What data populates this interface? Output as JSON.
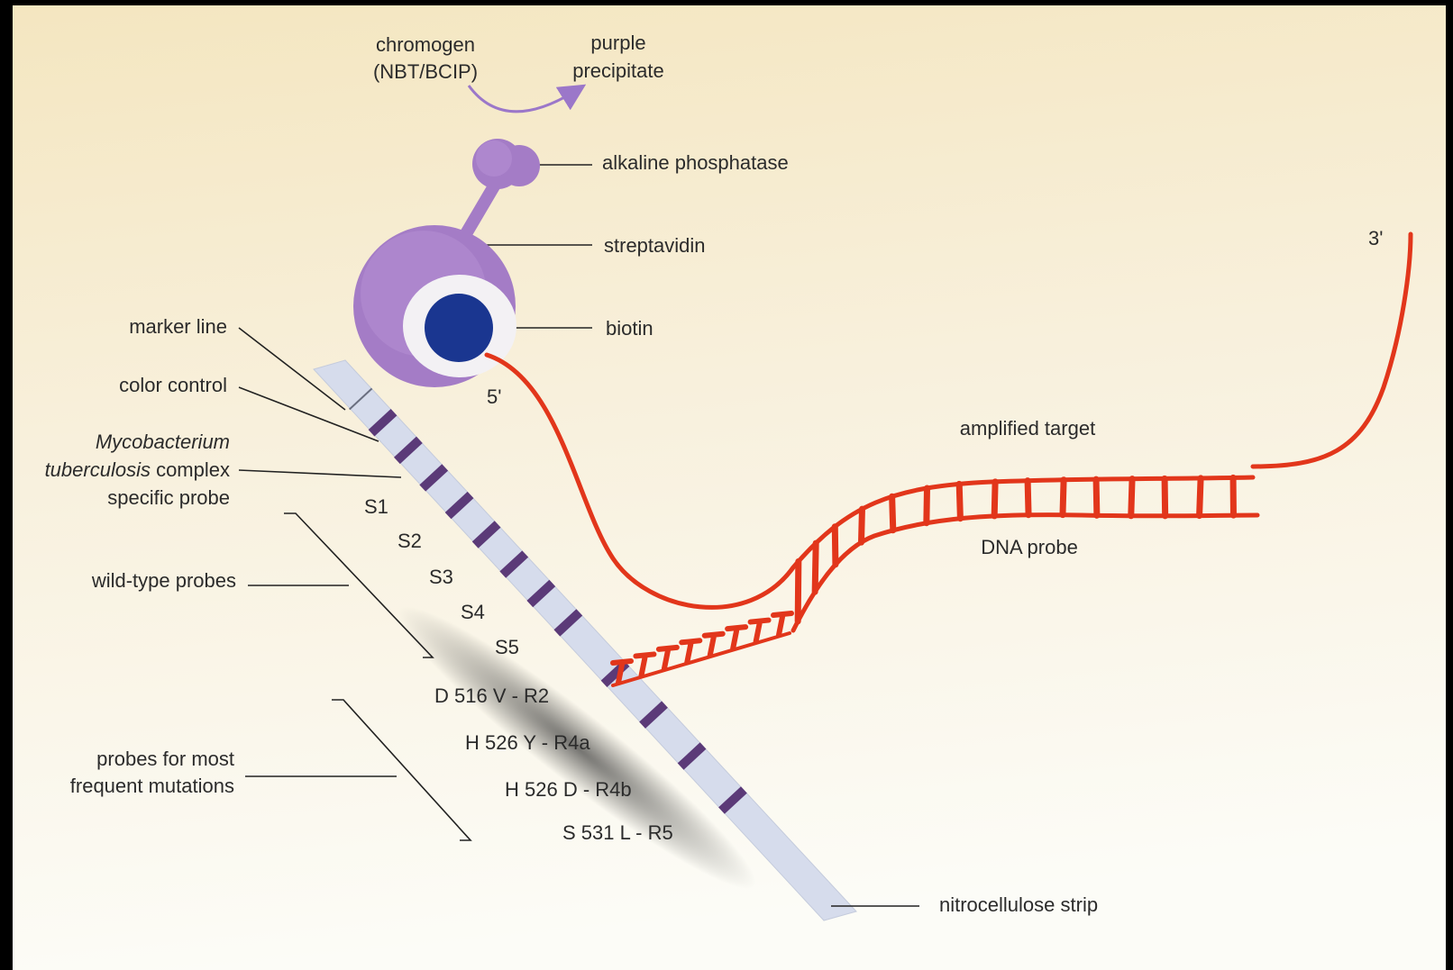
{
  "labels": {
    "chromogen": [
      "chromogen",
      "(NBT/BCIP)"
    ],
    "purple_precipitate": [
      "purple",
      "precipitate"
    ],
    "alkaline_phosphatase": "alkaline phosphatase",
    "streptavidin": "streptavidin",
    "biotin": "biotin",
    "marker_line": "marker line",
    "color_control": "color control",
    "mtb_probe": {
      "italic_1": "Mycobacterium",
      "italic_2": "tuberculosis",
      "rest_2": " complex",
      "line_3": "specific probe"
    },
    "wild_type_probes": "wild-type probes",
    "mutation_probes": [
      "probes for most",
      "frequent  mutations"
    ],
    "five_prime": "5'",
    "three_prime": "3'",
    "amplified_target": "amplified target",
    "dna_probe": "DNA probe",
    "nitrocellulose_strip": "nitrocellulose strip"
  },
  "strip_bands": {
    "wild_type": [
      "S1",
      "S2",
      "S3",
      "S4",
      "S5"
    ],
    "mutations": [
      "D 516 V - R2",
      "H 526 Y - R4a",
      "H 526 D - R4b",
      "S 531 L - R5"
    ]
  },
  "colors": {
    "background_top": "#f6e9c6",
    "background_bottom": "#fbfbf5",
    "strip": "#d4dbea",
    "band": "#5b3a78",
    "enzyme_purple": "#a47cc6",
    "biotin_blue": "#1a3690",
    "dna_red": "#e2361b",
    "arrow_purple": "#9b77c9"
  }
}
